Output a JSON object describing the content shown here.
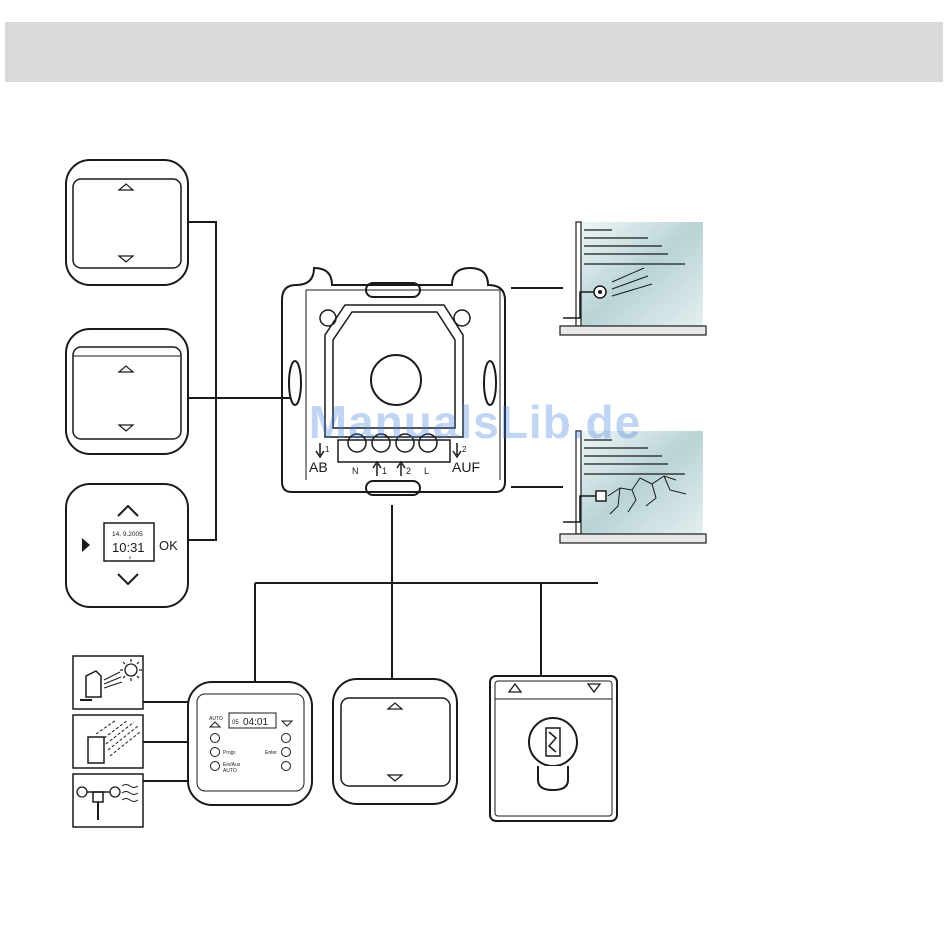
{
  "insert": {
    "label_down": "AB",
    "label_up": "AUF",
    "terminal_down_num": "1",
    "terminal_up_num": "2",
    "terminal_n": "N",
    "terminal_1": "1",
    "terminal_2": "2",
    "terminal_l": "L"
  },
  "timer_switch": {
    "date": "14. 9.2005",
    "time": "10:31",
    "small": "s",
    "ok_label": "OK"
  },
  "timer_insert": {
    "auto_label": "AUTO",
    "display_left": "05",
    "display_value": "04:01",
    "prog_label": "Progr.",
    "enter_label": "Enter",
    "onoff_label": "Ein/Aus",
    "auto2_label": "AUTO"
  },
  "watermark": "ManualsLib.de",
  "colors": {
    "line": "#1a1a1a",
    "header_band": "#d9d9d9",
    "window_glass": "#c9dde0",
    "watermark": "#3d7be0"
  }
}
